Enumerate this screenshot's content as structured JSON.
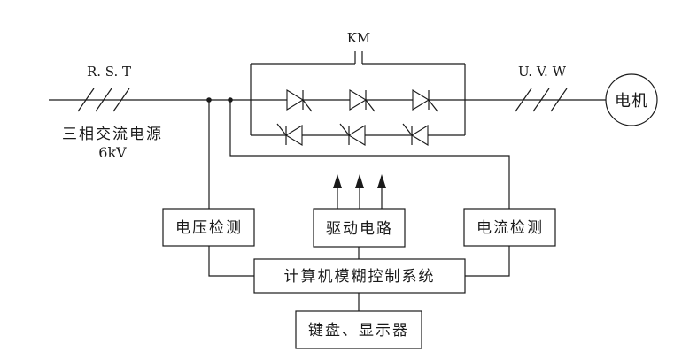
{
  "labels": {
    "km": "KM",
    "rst": "R. S. T",
    "uvw": "U. V. W",
    "source_line1": "三相交流电源",
    "source_line2": "6kV",
    "motor": "电机"
  },
  "blocks": {
    "voltage_detect": "电压检测",
    "drive_circuit": "驱动电路",
    "current_detect": "电流检测",
    "fuzzy_control": "计算机模糊控制系统",
    "keyboard_display": "键盘、显示器"
  },
  "colors": {
    "line": "#1a1a1a",
    "background": "#ffffff"
  }
}
